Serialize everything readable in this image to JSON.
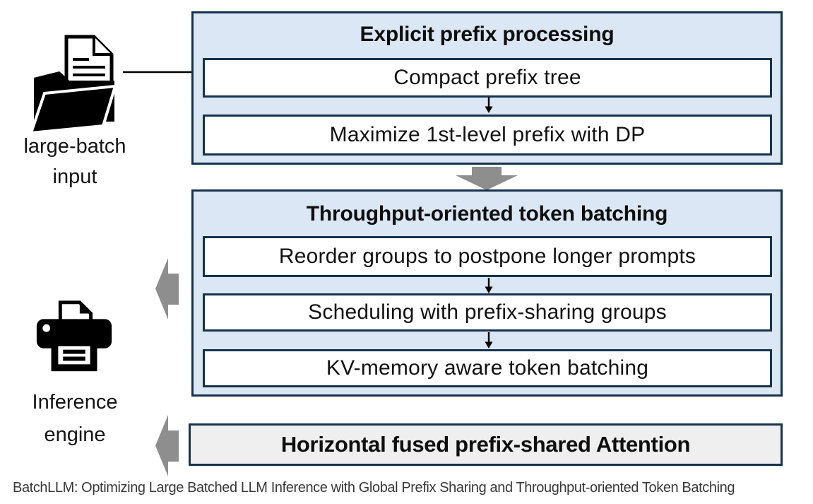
{
  "figure": {
    "caption": "BatchLLM: Optimizing Large Batched LLM Inference with Global Prefix Sharing and Throughput-oriented Token Batching"
  },
  "left_column": {
    "input_icon": "folder-document-icon",
    "input_label_line1": "large-batch",
    "input_label_line2": "input",
    "engine_icon": "printer-icon",
    "engine_label_line1": "Inference",
    "engine_label_line2": "engine"
  },
  "stages": [
    {
      "title": "Explicit prefix processing",
      "steps": [
        "Compact prefix tree",
        "Maximize 1st-level prefix with DP"
      ]
    },
    {
      "title": "Throughput-oriented token batching",
      "steps": [
        "Reorder groups to postpone longer prompts",
        "Scheduling with prefix-sharing groups",
        "KV-memory aware token batching"
      ]
    },
    {
      "title": "Horizontal fused prefix-shared Attention",
      "steps": []
    }
  ],
  "arrows": {
    "input_to_stage1": "black-right-arrow",
    "stage1_to_stage2": "gray-block-down-arrow",
    "stage2_to_engine": "gray-block-left-arrow",
    "stage3_to_engine": "gray-block-left-arrow"
  },
  "colors": {
    "stage_fill_blue": "#dbe7f4",
    "stage_fill_gray": "#efefef",
    "stage_border": "#16334d",
    "step_fill": "#ffffff",
    "block_arrow_gray": "#8e8e8e",
    "text": "#121212",
    "caption_text": "#383838"
  }
}
